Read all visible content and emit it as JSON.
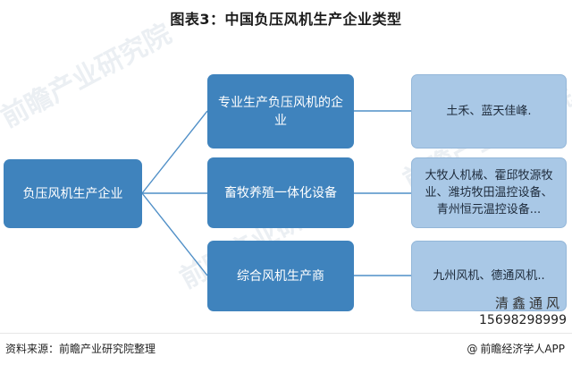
{
  "title": "图表3：中国负压风机生产企业类型",
  "root": "负压风机生产企业",
  "categories": [
    {
      "label": "专业生产负压风机的企业",
      "examples": "土禾、蓝天佳峰."
    },
    {
      "label": "畜牧养殖一体化设备",
      "examples": "大牧人机械、霍邱牧源牧业、潍坊牧田温控设备、青州恒元温控设备..."
    },
    {
      "label": "综合风机生产商",
      "examples": "九州风机、德通风机.."
    }
  ],
  "stamp": {
    "name": "清鑫通风",
    "phone": "15698298999"
  },
  "source": "资料来源：前瞻产业研究院整理",
  "brand": "前瞻经济学人APP",
  "watermark": "前瞻产业研究院",
  "colors": {
    "dark_box": "#3f83bd",
    "light_box": "#a9c8e6",
    "connector": "#4f8fc7"
  }
}
